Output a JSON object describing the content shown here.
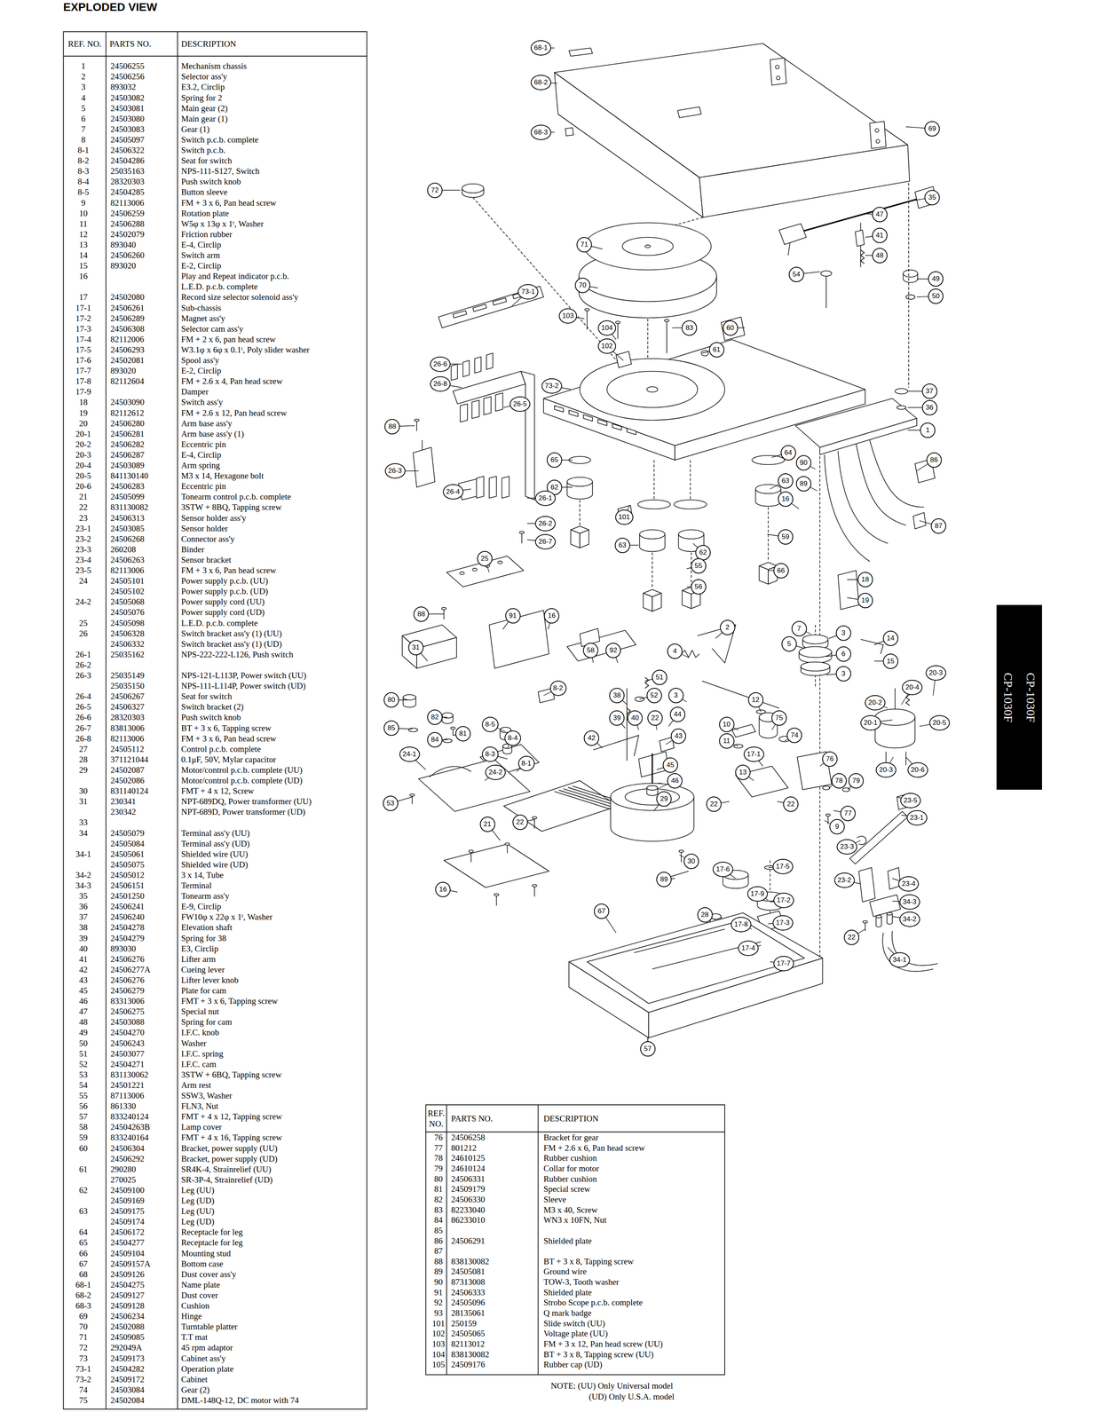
{
  "diagram": {
    "title": "EXPLODED VIEW",
    "nodes": [
      {
        "text": [
          "68-1"
        ]
      },
      {
        "text": [
          "68-2"
        ]
      },
      {
        "text": [
          "68-3"
        ]
      },
      {
        "text": [
          "69"
        ]
      },
      {
        "text": [
          "72"
        ]
      },
      {
        "text": [
          "35"
        ]
      },
      {
        "text": [
          "47"
        ]
      },
      {
        "text": [
          "41"
        ]
      },
      {
        "text": [
          "71"
        ]
      },
      {
        "text": [
          "48"
        ]
      },
      {
        "text": [
          "54"
        ]
      },
      {
        "text": [
          "49"
        ]
      },
      {
        "text": [
          "70"
        ]
      },
      {
        "text": [
          "73-1"
        ]
      },
      {
        "text": [
          "50"
        ]
      },
      {
        "text": [
          "103"
        ]
      },
      {
        "text": [
          "104"
        ]
      },
      {
        "text": [
          "83"
        ]
      },
      {
        "text": [
          "60"
        ]
      },
      {
        "text": [
          "102"
        ]
      },
      {
        "text": [
          "61"
        ]
      },
      {
        "text": [
          "26-6"
        ]
      },
      {
        "text": [
          "26-8"
        ]
      },
      {
        "text": [
          "73-2"
        ]
      },
      {
        "text": [
          "37"
        ]
      },
      {
        "text": [
          "26-5"
        ]
      },
      {
        "text": [
          "36"
        ]
      },
      {
        "text": [
          "88"
        ]
      },
      {
        "text": [
          "1"
        ]
      },
      {
        "text": [
          "64"
        ]
      },
      {
        "text": [
          "65"
        ]
      },
      {
        "text": [
          "86"
        ]
      },
      {
        "text": [
          "90"
        ]
      },
      {
        "text": [
          "26-3"
        ]
      },
      {
        "text": [
          "63"
        ]
      },
      {
        "text": [
          "89"
        ]
      },
      {
        "text": [
          "62"
        ]
      },
      {
        "text": [
          "26-4"
        ]
      },
      {
        "text": [
          "26-1"
        ]
      },
      {
        "text": [
          "16"
        ]
      },
      {
        "text": [
          "101"
        ]
      },
      {
        "text": [
          "26-2"
        ]
      },
      {
        "text": [
          "87"
        ]
      },
      {
        "text": [
          "59"
        ]
      },
      {
        "text": [
          "26-7"
        ]
      },
      {
        "text": [
          "63"
        ]
      },
      {
        "text": [
          "62"
        ]
      },
      {
        "text": [
          "25"
        ]
      },
      {
        "text": [
          "55"
        ]
      },
      {
        "text": [
          "66"
        ]
      },
      {
        "text": [
          "18"
        ]
      },
      {
        "text": [
          "56"
        ]
      },
      {
        "text": [
          "19"
        ]
      },
      {
        "text": [
          "88"
        ]
      },
      {
        "text": [
          "91"
        ]
      },
      {
        "text": [
          "16"
        ]
      },
      {
        "text": [
          "2"
        ]
      },
      {
        "text": [
          "7"
        ]
      },
      {
        "text": [
          "3"
        ]
      },
      {
        "text": [
          "14"
        ]
      },
      {
        "text": [
          "5"
        ]
      },
      {
        "text": [
          "31"
        ]
      },
      {
        "text": [
          "58"
        ]
      },
      {
        "text": [
          "92"
        ]
      },
      {
        "text": [
          "4"
        ]
      },
      {
        "text": [
          "6"
        ]
      },
      {
        "text": [
          "15"
        ]
      },
      {
        "text": [
          "3"
        ]
      },
      {
        "text": [
          "20-3"
        ]
      },
      {
        "text": [
          "51"
        ]
      },
      {
        "text": [
          "20-4"
        ]
      },
      {
        "text": [
          "8-2"
        ]
      },
      {
        "text": [
          "38"
        ]
      },
      {
        "text": [
          "52"
        ]
      },
      {
        "text": [
          "3"
        ]
      },
      {
        "text": [
          "80"
        ]
      },
      {
        "text": [
          "12"
        ]
      },
      {
        "text": [
          "20-2"
        ]
      },
      {
        "text": [
          "44"
        ]
      },
      {
        "text": [
          "82"
        ]
      },
      {
        "text": [
          "39"
        ]
      },
      {
        "text": [
          "40"
        ]
      },
      {
        "text": [
          "22"
        ]
      },
      {
        "text": [
          "75"
        ]
      },
      {
        "text": [
          "20-1"
        ]
      },
      {
        "text": [
          "20-5"
        ]
      },
      {
        "text": [
          "10"
        ]
      },
      {
        "text": [
          "8-5"
        ]
      },
      {
        "text": [
          "85"
        ]
      },
      {
        "text": [
          "81"
        ]
      },
      {
        "text": [
          "74"
        ]
      },
      {
        "text": [
          "42"
        ]
      },
      {
        "text": [
          "8-4"
        ]
      },
      {
        "text": [
          "84"
        ]
      },
      {
        "text": [
          "43"
        ]
      },
      {
        "text": [
          "11"
        ]
      },
      {
        "text": [
          "24-1"
        ]
      },
      {
        "text": [
          "8-3"
        ]
      },
      {
        "text": [
          "17-1"
        ]
      },
      {
        "text": [
          "76"
        ]
      },
      {
        "text": [
          "8-1"
        ]
      },
      {
        "text": [
          "45"
        ]
      },
      {
        "text": [
          "20-3"
        ]
      },
      {
        "text": [
          "20-6"
        ]
      },
      {
        "text": [
          "24-2"
        ]
      },
      {
        "text": [
          "13"
        ]
      },
      {
        "text": [
          "78"
        ]
      },
      {
        "text": [
          "79"
        ]
      },
      {
        "text": [
          "46"
        ]
      },
      {
        "text": [
          "29"
        ]
      },
      {
        "text": [
          "23-5"
        ]
      },
      {
        "text": [
          "53"
        ]
      },
      {
        "text": [
          "22"
        ]
      },
      {
        "text": [
          "22"
        ]
      },
      {
        "text": [
          "77"
        ]
      },
      {
        "text": [
          "23-1"
        ]
      },
      {
        "text": [
          "22"
        ]
      },
      {
        "text": [
          "21"
        ]
      },
      {
        "text": [
          "9"
        ]
      },
      {
        "text": [
          "23-3"
        ]
      },
      {
        "text": [
          "30"
        ]
      },
      {
        "text": [
          "17-5"
        ]
      },
      {
        "text": [
          "17-6"
        ]
      },
      {
        "text": [
          "89"
        ]
      },
      {
        "text": [
          "23-2"
        ]
      },
      {
        "text": [
          "23-4"
        ]
      },
      {
        "text": [
          "16"
        ]
      },
      {
        "text": [
          "17-9"
        ]
      },
      {
        "text": [
          "17-2"
        ]
      },
      {
        "text": [
          "34-3"
        ]
      },
      {
        "text": [
          "67"
        ]
      },
      {
        "text": [
          "28"
        ]
      },
      {
        "text": [
          "34-2"
        ]
      },
      {
        "text": [
          "17-3"
        ]
      },
      {
        "text": [
          "17-8"
        ]
      },
      {
        "text": [
          "22"
        ]
      },
      {
        "text": [
          "17-4"
        ]
      },
      {
        "text": [
          "34-1"
        ]
      },
      {
        "text": [
          "17-7"
        ]
      },
      {
        "text": [
          "57"
        ]
      },
      {
        "text": [
          "CP-1030F",
          "CP-1030F"
        ]
      }
    ],
    "labels": [
      "REF. NO.",
      "PARTS NO.",
      "DESCRIPTION",
      "1",
      "24506255",
      "Mechanism chassis",
      "2",
      "24506256",
      "Selector ass'y",
      "3",
      "893032",
      "E3.2, Circlip",
      "4",
      "24503082",
      "Spring for 2",
      "5",
      "24503081",
      "Main gear (2)",
      "6",
      "24503080",
      "Main gear (1)",
      "7",
      "24503083",
      "Gear (1)",
      "8",
      "24505097",
      "Switch p.c.b. complete",
      "8-1",
      "24506322",
      "Switch p.c.b.",
      "8-2",
      "24504286",
      "Seat for switch",
      "8-3",
      "25035163",
      "NPS-111-S127, Switch",
      "8-4",
      "28320303",
      "Push switch knob",
      "8-5",
      "24504285",
      "Button sleeve",
      "9",
      "82113006",
      "FM + 3 x 6, Pan head screw",
      "10",
      "24506259",
      "Rotation plate",
      "11",
      "24506288",
      "W5φ x 13φ x 1ᵗ, Washer",
      "12",
      "24502079",
      "Friction rubber",
      "13",
      "893040",
      "E-4, Circlip",
      "14",
      "24506260",
      "Switch arm",
      "15",
      "893020",
      "E-2, Circlip",
      "16",
      "Play and Repeat indicator p.c.b.",
      "L.E.D. p.c.b. complete",
      "17",
      "24502080",
      "Record size selector solenoid ass'y",
      "17-1",
      "24506261",
      "Sub-chassis",
      "17-2",
      "24506289",
      "Magnet ass'y",
      "17-3",
      "24506308",
      "Selector cam ass'y",
      "17-4",
      "82112006",
      "FM + 2 x 6, pan head screw",
      "17-5",
      "24506293",
      "W3.1φ x 6φ x 0.1ᵗ, Poly slider washer",
      "17-6",
      "24502081",
      "Spool ass'y",
      "17-7",
      "893020",
      "E-2, Circlip",
      "17-8",
      "82112604",
      "FM + 2.6 x 4, Pan head screw",
      "17-9",
      "Damper",
      "18",
      "24503090",
      "Switch ass'y",
      "19",
      "82112612",
      "FM + 2.6 x 12, Pan head screw",
      "20",
      "24506280",
      "Arm base ass'y",
      "20-1",
      "24506281",
      "Arm base ass'y (1)",
      "20-2",
      "24506282",
      "Eccentric pin",
      "20-3",
      "24506287",
      "E-4, Circlip",
      "20-4",
      "24503089",
      "Arm spring",
      "20-5",
      "841130140",
      "M3 x 14, Hexagone bolt",
      "20-6",
      "24506283",
      "Eccentric pin",
      "21",
      "24505099",
      "Tonearm control p.c.b. complete",
      "22",
      "831130082",
      "3STW + 8BQ, Tapping screw",
      "23",
      "24506313",
      "Sensor holder ass'y",
      "23-1",
      "24503085",
      "Sensor holder",
      "23-2",
      "24506268",
      "Connector ass'y",
      "23-3",
      "260208",
      "Binder",
      "23-4",
      "24506263",
      "Sensor bracket",
      "23-5",
      "82113006",
      "FM + 3 x 6, Pan head screw",
      "24",
      "24505101",
      "Power supply p.c.b. (UU)",
      "24505102",
      "Power supply p.c.b. (UD)",
      "24-2",
      "24505068",
      "Power supply cord (UU)",
      "24505076",
      "Power supply cord (UD)",
      "25",
      "24505098",
      "L.E.D. p.c.b. complete",
      "26",
      "24506328",
      "Switch bracket ass'y (1) (UU)",
      "24506332",
      "Switch bracket ass'y (1) (UD)",
      "26-1",
      "25035162",
      "NPS-222-222-L126, Push switch",
      "26-2",
      "26-3",
      "25035149",
      "NPS-121-L113P, Power switch (UU)",
      "25035150",
      "NPS-111-L114P, Power switch (UD)",
      "26-4",
      "24506267",
      "Seat for switch",
      "26-5",
      "24506327",
      "Switch bracket (2)",
      "26-6",
      "28320303",
      "Push switch knob",
      "26-7",
      "83813006",
      "BT + 3 x 6, Tapping screw",
      "26-8",
      "82113006",
      "FM + 3 x 6, Pan head screw",
      "27",
      "24505112",
      "Control p.c.b. complete",
      "28",
      "371121044",
      "0.1μF, 50V, Mylar capacitor",
      "29",
      "24502087",
      "Motor/control p.c.b. complete (UU)",
      "24502086",
      "Motor/control p.c.b. complete (UD)",
      "30",
      "831140124",
      "FMT + 4 x 12, Screw",
      "31",
      "230341",
      "NPT-689DQ, Power transformer (UU)",
      "230342",
      "NPT-689D, Power transformer (UD)",
      "33",
      "34",
      "24505079",
      "Terminal ass'y (UU)",
      "24505084",
      "Terminal ass'y (UD)",
      "34-1",
      "24505061",
      "Shielded wire (UU)",
      "24505075",
      "Shielded wire (UD)",
      "34-2",
      "24505012",
      "3 x 14, Tube",
      "34-3",
      "24506151",
      "Terminal",
      "35",
      "24501250",
      "Tonearm ass'y",
      "36",
      "24506241",
      "E-9, Circlip",
      "37",
      "24506240",
      "FW10φ x 22φ x 1ᵗ, Washer",
      "38",
      "24504278",
      "Elevation shaft",
      "39",
      "24504279",
      "Spring for 38",
      "40",
      "893030",
      "E3, Circlip",
      "41",
      "24506276",
      "Lifter arm",
      "42",
      "24506277A",
      "Cueing lever",
      "43",
      "24506276",
      "Lifter lever knob",
      "45",
      "24506279",
      "Plate for cam",
      "46",
      "83313006",
      "FMT + 3 x 6, Tapping screw",
      "47",
      "24506275",
      "Special nut",
      "48",
      "24503088",
      "Spring for cam",
      "49",
      "24504270",
      "I.F.C. knob",
      "50",
      "24506243",
      "Washer",
      "51",
      "24503077",
      "I.F.C. spring",
      "52",
      "24504271",
      "I.F.C. cam",
      "53",
      "831130062",
      "3STW + 6BQ, Tapping screw",
      "54",
      "24501221",
      "Arm rest",
      "55",
      "87113006",
      "SSW3, Washer",
      "56",
      "861330",
      "FLN3, Nut",
      "57",
      "833240124",
      "FMT + 4 x 12, Tapping screw",
      "58",
      "24504263B",
      "Lamp cover",
      "59",
      "833240164",
      "FMT + 4 x 16, Tapping screw",
      "60",
      "24506304",
      "Bracket, power supply (UU)",
      "24506292",
      "Bracket, power supply (UD)",
      "61",
      "290280",
      "SR4K-4, Strainrelief (UU)",
      "270025",
      "SR-3P-4, Strainrelief (UD)",
      "62",
      "24509100",
      "Leg (UU)",
      "24509169",
      "Leg (UD)",
      "63",
      "24509175",
      "Leg (UU)",
      "24509174",
      "Leg (UD)",
      "64",
      "24506172",
      "Receptacle for leg",
      "65",
      "24504277",
      "Receptacle for leg",
      "66",
      "24509104",
      "Mounting stud",
      "67",
      "24509157A",
      "Bottom case",
      "68",
      "24509126",
      "Dust cover ass'y",
      "68-1",
      "24504275",
      "Name plate",
      "68-2",
      "24509127",
      "Dust cover",
      "68-3",
      "24509128",
      "Cushion",
      "69",
      "24506234",
      "Hinge",
      "70",
      "24502088",
      "Turntable platter",
      "71",
      "24509085",
      "T.T mat",
      "72",
      "292049A",
      "45 rpm adaptor",
      "73",
      "24509173",
      "Cabinet ass'y",
      "73-1",
      "24504282",
      "Operation plate",
      "73-2",
      "24509172",
      "Cabinet",
      "74",
      "24503084",
      "Gear (2)",
      "75",
      "24502084",
      "DML-148Q-12, DC motor with 74",
      "REF. NO.",
      "PARTS NO.",
      "DESCRIPTION",
      "76",
      "24506258",
      "Bracket for gear",
      "77",
      "801212",
      "FM + 2.6 x 6, Pan head screw",
      "78",
      "24610125",
      "Rubber cushion",
      "79",
      "24610124",
      "Collar for motor",
      "80",
      "24506331",
      "Rubber cushion",
      "81",
      "24509179",
      "Special screw",
      "82",
      "24506330",
      "Sleeve",
      "83",
      "82233040",
      "M3 x 40, Screw",
      "84",
      "86233010",
      "WN3 x 10FN, Nut",
      "85",
      "86",
      "24506291",
      "Shielded plate",
      "87",
      "88",
      "838130082",
      "BT + 3 x 8, Tapping screw",
      "89",
      "24505081",
      "Ground wire",
      "90",
      "87313008",
      "TOW-3, Tooth washer",
      "91",
      "24506333",
      "Shielded plate",
      "92",
      "24505096",
      "Strobo Scope p.c.b. complete",
      "93",
      "28135061",
      "Q mark badge",
      "101",
      "250159",
      "Slide switch (UU)",
      "102",
      "24505065",
      "Voltage plate (UU)",
      "103",
      "82113012",
      "FM + 3 x 12, Pan head screw (UU)",
      "104",
      "838130082",
      "BT + 3 x 8, Tapping screw (UU)",
      "105",
      "24509176",
      "Rubber cap (UD)",
      "NOTE: (UU) Only Universal model",
      "(UD) Only U.S.A. model"
    ]
  }
}
